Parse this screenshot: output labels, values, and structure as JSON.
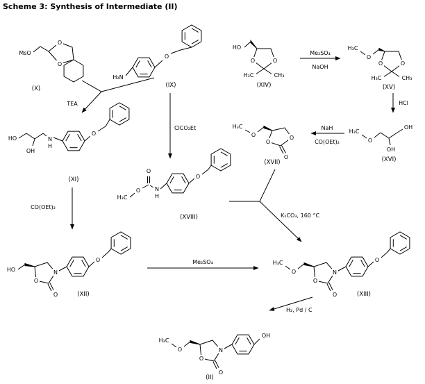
{
  "title": "Scheme 3: Synthesis of Intermediate (II)",
  "compounds": {
    "X": {
      "caption": "(X)",
      "labels": {
        "mso": "MsO",
        "o_top": "O",
        "o_bottom": "O"
      }
    },
    "IX": {
      "caption": "(IX)",
      "labels": {
        "amine": "H₂N",
        "ether_o": "O"
      }
    },
    "XIV": {
      "caption": "(XIV)",
      "labels": {
        "ho": "HO",
        "o_left": "O",
        "o_right": "O",
        "me_left": "H₃C",
        "me_right": "CH₃"
      }
    },
    "XV": {
      "caption": "(XV)",
      "labels": {
        "methyl": "H₃C",
        "methoxy_o": "O",
        "o_left": "O",
        "o_right": "O",
        "me_left": "H₃C",
        "me_right": "CH₃"
      }
    },
    "XVI": {
      "caption": "(XVI)",
      "labels": {
        "methyl": "H₃C",
        "methoxy_o": "O",
        "oh_top": "OH",
        "oh_bottom": "OH"
      }
    },
    "XVII": {
      "caption": "(XVII)",
      "labels": {
        "methyl": "H₃C",
        "methoxy_o": "O",
        "o_left": "O",
        "o_right": "O",
        "carbonyl_o": "O"
      }
    },
    "XI": {
      "caption": "(XI)",
      "labels": {
        "ho": "HO",
        "oh": "OH",
        "n": "N",
        "h": "H",
        "ether_o": "O"
      }
    },
    "XVIII": {
      "caption": "(XVIII)",
      "labels": {
        "methyl": "H₃C",
        "ester_o": "O",
        "carbonyl_o": "O",
        "n": "N",
        "h": "H",
        "ether_o": "O"
      }
    },
    "XII": {
      "caption": "(XII)",
      "labels": {
        "ho": "HO",
        "ring_o": "O",
        "n": "N",
        "carbonyl_o": "O",
        "ether_o": "O"
      }
    },
    "XIII": {
      "caption": "(XIII)",
      "labels": {
        "methyl": "H₃C",
        "methoxy_o": "O",
        "ring_o": "O",
        "n": "N",
        "carbonyl_o": "O",
        "ether_o": "O"
      }
    },
    "II": {
      "caption": "(II)",
      "labels": {
        "methyl": "H₃C",
        "methoxy_o": "O",
        "ring_o": "O",
        "n": "N",
        "carbonyl_o": "O",
        "oh": "OH"
      }
    }
  },
  "reagents": {
    "tea": "TEA",
    "clco2et": "ClCO₂Et",
    "me2so4_top": "Me₂SO₄",
    "naoh": "NaOH",
    "hcl": "HCl",
    "nah": "NaH",
    "co_oet2_right": "CO(OEt)₂",
    "co_oet2_left": "CO(OEt)₂",
    "k2co3": "K₂CO₃, 160 °C",
    "me2so4_bottom": "Me₂SO₄",
    "h2_pdc": "H₂, Pd / C"
  }
}
